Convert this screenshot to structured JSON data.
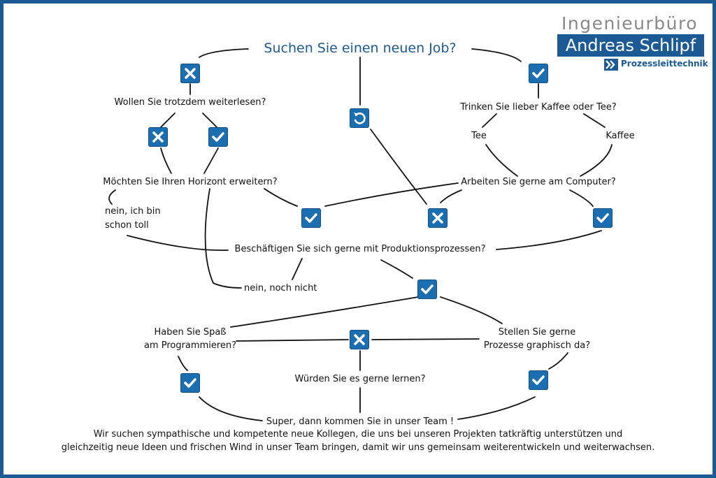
{
  "logo": {
    "top": "Ingenieurbüro",
    "main": "Andreas Schlipf",
    "sub": "Prozessleittechnik"
  },
  "nodes": {
    "q_job": "Suchen Sie einen neuen Job?",
    "q_weiterlesen": "Wollen Sie trotzdem weiterlesen?",
    "q_kaffee_tee": "Trinken Sie lieber Kaffee oder Tee?",
    "tee": "Tee",
    "kaffee": "Kaffee",
    "q_horizont": "Möchten Sie Ihren Horizont erweitern?",
    "q_computer": "Arbeiten Sie gerne am Computer?",
    "nein_toll_1": "nein, ich bin",
    "nein_toll_2": "schon toll",
    "q_produktion": "Beschäftigen Sie sich gerne mit Produktionsprozessen?",
    "nein_noch_nicht": "nein, noch nicht",
    "q_programmieren_1": "Haben Sie Spaß",
    "q_programmieren_2": "am Programmieren?",
    "q_graphisch_1": "Stellen Sie gerne",
    "q_graphisch_2": "Prozesse graphisch da?",
    "q_lernen": "Würden Sie es gerne lernen?",
    "super": "Super, dann kommen Sie in unser Team !",
    "footer_1": "Wir suchen sympathische und kompetente neue Kollegen, die uns bei unseren Projekten tatkräftig unterstützen und",
    "footer_2": "gleichzeitig neue Ideen und frischen Wind in unser Team bringen, damit wir uns gemeinsam weiterentwickeln und weiterwachsen."
  },
  "colors": {
    "accent": "#1b5a95",
    "box": "#1b6fb0"
  },
  "icons": [
    "x-icon",
    "check-icon",
    "restart-icon"
  ]
}
